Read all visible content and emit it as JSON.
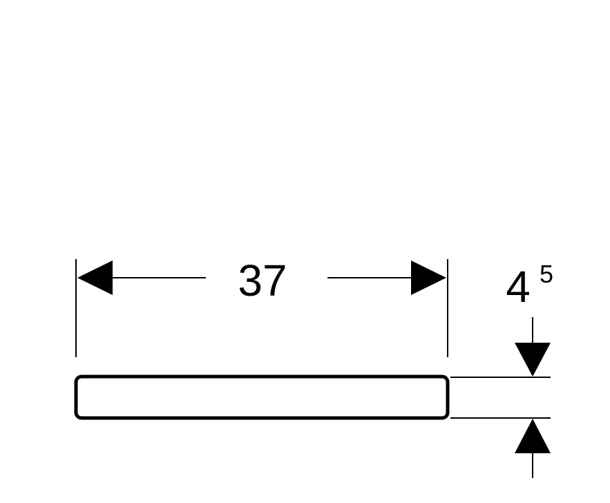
{
  "dimensions": {
    "length": {
      "value": "37"
    },
    "thickness": {
      "value": "4",
      "superscript": "5"
    }
  },
  "colors": {
    "line": "#000000",
    "background": "#ffffff"
  }
}
